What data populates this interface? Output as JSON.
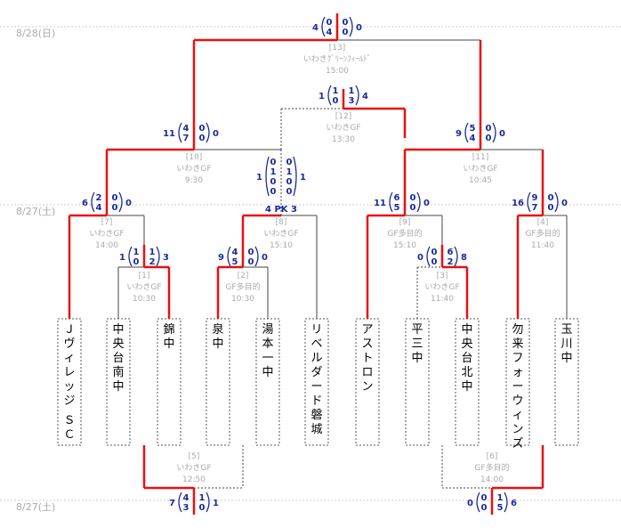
{
  "dates": {
    "final": "8/28(日)",
    "day1": "8/27(土)",
    "day2": "8/27(土)"
  },
  "teams": [
    "Ｊヴィレッジ ＳＣ",
    "中央台南中",
    "錦中",
    "泉中",
    "湯本一中",
    "リベルダード磐城",
    "アストロン",
    "平三中",
    "中央台北中",
    "勿来フォーウィンズ",
    "玉川中"
  ],
  "matches": [
    {
      "no": "[13]",
      "venue": "いわきｸﾞﾘｰﾝﾌｨｰﾙﾄﾞ",
      "time": "15:00",
      "left_total": "4",
      "right_total": "0",
      "left_halves": [
        "0",
        "4"
      ],
      "right_halves": [
        "0",
        "0"
      ]
    },
    {
      "no": "[12]",
      "venue": "いわきGF",
      "time": "13:30",
      "left_total": "1",
      "right_total": "4",
      "left_halves": [
        "1",
        "0"
      ],
      "right_halves": [
        "1",
        "3"
      ]
    },
    {
      "no": "[10]",
      "venue": "いわきGF",
      "time": "9:30",
      "left_total": "11",
      "right_total": "0",
      "left_halves": [
        "4",
        "7"
      ],
      "right_halves": [
        "0",
        "0"
      ]
    },
    {
      "no": "[11]",
      "venue": "いわきGF",
      "time": "10:45",
      "left_total": "9",
      "right_total": "0",
      "left_halves": [
        "5",
        "4"
      ],
      "right_halves": [
        "0",
        "0"
      ]
    },
    {
      "no": "[7]",
      "venue": "いわきGF",
      "time": "14:00",
      "left_total": "6",
      "right_total": "0",
      "left_halves": [
        "2",
        "4"
      ],
      "right_halves": [
        "0",
        "0"
      ]
    },
    {
      "no": "[8]",
      "venue": "いわきGF",
      "time": "15:10",
      "left_total": "1",
      "right_total": "1",
      "left_halves": [
        "0",
        "1",
        "0",
        "0"
      ],
      "right_halves": [
        "0",
        "1",
        "0",
        "0"
      ],
      "pk_label": "4 PK 3"
    },
    {
      "no": "[9]",
      "venue": "GF多目的",
      "time": "15:10",
      "left_total": "11",
      "right_total": "0",
      "left_halves": [
        "6",
        "5"
      ],
      "right_halves": [
        "0",
        "0"
      ]
    },
    {
      "no": "[4]",
      "venue": "GF多目的",
      "time": "11:40",
      "left_total": "16",
      "right_total": "0",
      "left_halves": [
        "9",
        "7"
      ],
      "right_halves": [
        "0",
        "0"
      ]
    },
    {
      "no": "[1]",
      "venue": "いわきGF",
      "time": "10:30",
      "left_total": "1",
      "right_total": "3",
      "left_halves": [
        "1",
        "0"
      ],
      "right_halves": [
        "1",
        "2"
      ]
    },
    {
      "no": "[2]",
      "venue": "GF多目的",
      "time": "10:30",
      "left_total": "9",
      "right_total": "0",
      "left_halves": [
        "4",
        "5"
      ],
      "right_halves": [
        "0",
        "0"
      ]
    },
    {
      "no": "[3]",
      "venue": "いわきGF",
      "time": "11:40",
      "left_total": "0",
      "right_total": "8",
      "left_halves": [
        "0",
        "0"
      ],
      "right_halves": [
        "6",
        "2"
      ]
    },
    {
      "no": "[5]",
      "venue": "いわきGF",
      "time": "12:50",
      "left_total": "7",
      "right_total": "1",
      "left_halves": [
        "4",
        "3"
      ],
      "right_halves": [
        "1",
        "0"
      ]
    },
    {
      "no": "[6]",
      "venue": "GF多目的",
      "time": "14:00",
      "left_total": "0",
      "right_total": "6",
      "left_halves": [
        "0",
        "0"
      ],
      "right_halves": [
        "1",
        "5"
      ]
    }
  ]
}
